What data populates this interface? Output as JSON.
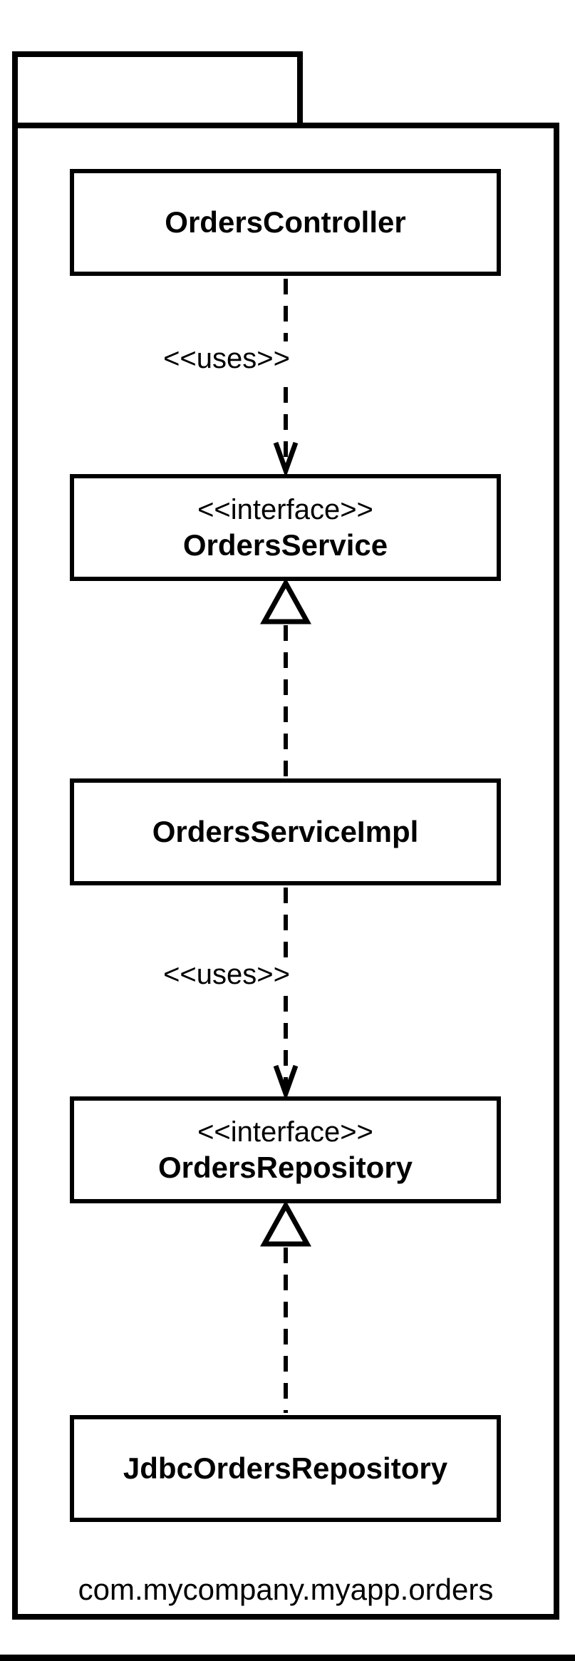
{
  "diagram": {
    "type": "uml-package-diagram",
    "package": {
      "name": "com.mycompany.myapp.orders"
    },
    "classes": [
      {
        "stereotype": "",
        "name": "OrdersController"
      },
      {
        "stereotype": "<<interface>>",
        "name": "OrdersService"
      },
      {
        "stereotype": "",
        "name": "OrdersServiceImpl"
      },
      {
        "stereotype": "<<interface>>",
        "name": "OrdersRepository"
      },
      {
        "stereotype": "",
        "name": "JdbcOrdersRepository"
      }
    ],
    "edges": [
      {
        "type": "dependency",
        "from": "OrdersController",
        "to": "OrdersService",
        "label": "<<uses>>"
      },
      {
        "type": "realization",
        "from": "OrdersServiceImpl",
        "to": "OrdersService",
        "label": ""
      },
      {
        "type": "dependency",
        "from": "OrdersServiceImpl",
        "to": "OrdersRepository",
        "label": "<<uses>>"
      },
      {
        "type": "realization",
        "from": "JdbcOrdersRepository",
        "to": "OrdersRepository",
        "label": ""
      }
    ],
    "colors": {
      "stroke": "#000000",
      "background": "#ffffff"
    }
  }
}
